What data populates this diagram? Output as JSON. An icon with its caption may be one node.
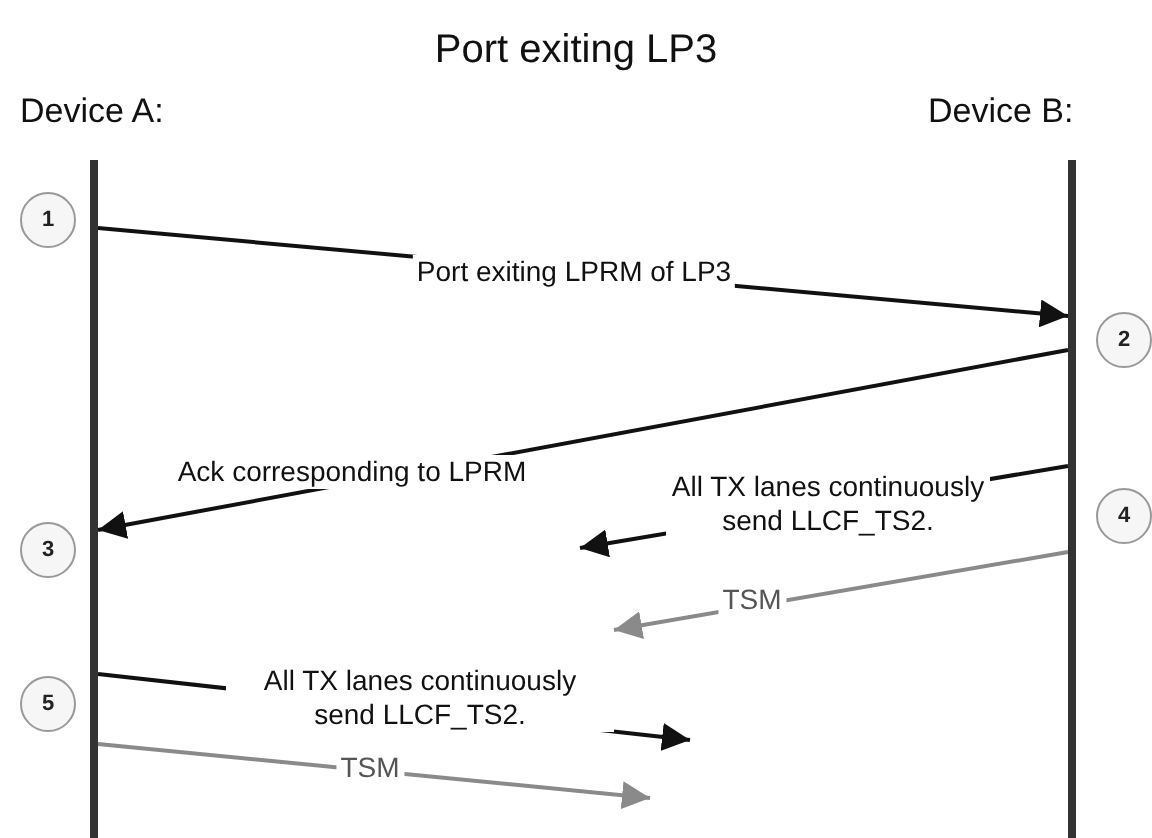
{
  "diagram": {
    "title": "Port exiting LP3",
    "nodes": [
      {
        "text": [
          "Device A:"
        ]
      },
      {
        "text": [
          "Device B:"
        ]
      },
      {
        "text": [
          "1"
        ]
      },
      {
        "text": [
          "2"
        ]
      },
      {
        "text": [
          "3"
        ]
      },
      {
        "text": [
          "4"
        ]
      },
      {
        "text": [
          "5"
        ]
      }
    ],
    "edges": [
      {
        "from": 0,
        "to": 1,
        "arrow": "to",
        "label": "Port exiting LPRM of LP3"
      },
      {
        "from": 1,
        "to": 0,
        "arrow": "to",
        "label": "Ack corresponding to LPRM"
      },
      {
        "from": 1,
        "to": null,
        "arrow": "to",
        "label": "All TX lanes continuously send LLCF_TS2."
      },
      {
        "from": 1,
        "to": null,
        "arrow": "to",
        "label": "TSM",
        "color": "#8a8a8a"
      },
      {
        "from": 0,
        "to": null,
        "arrow": "to",
        "label": "All TX lanes continuously send LLCF_TS2."
      },
      {
        "from": 0,
        "to": null,
        "arrow": "to",
        "label": "TSM",
        "color": "#8a8a8a"
      }
    ]
  }
}
